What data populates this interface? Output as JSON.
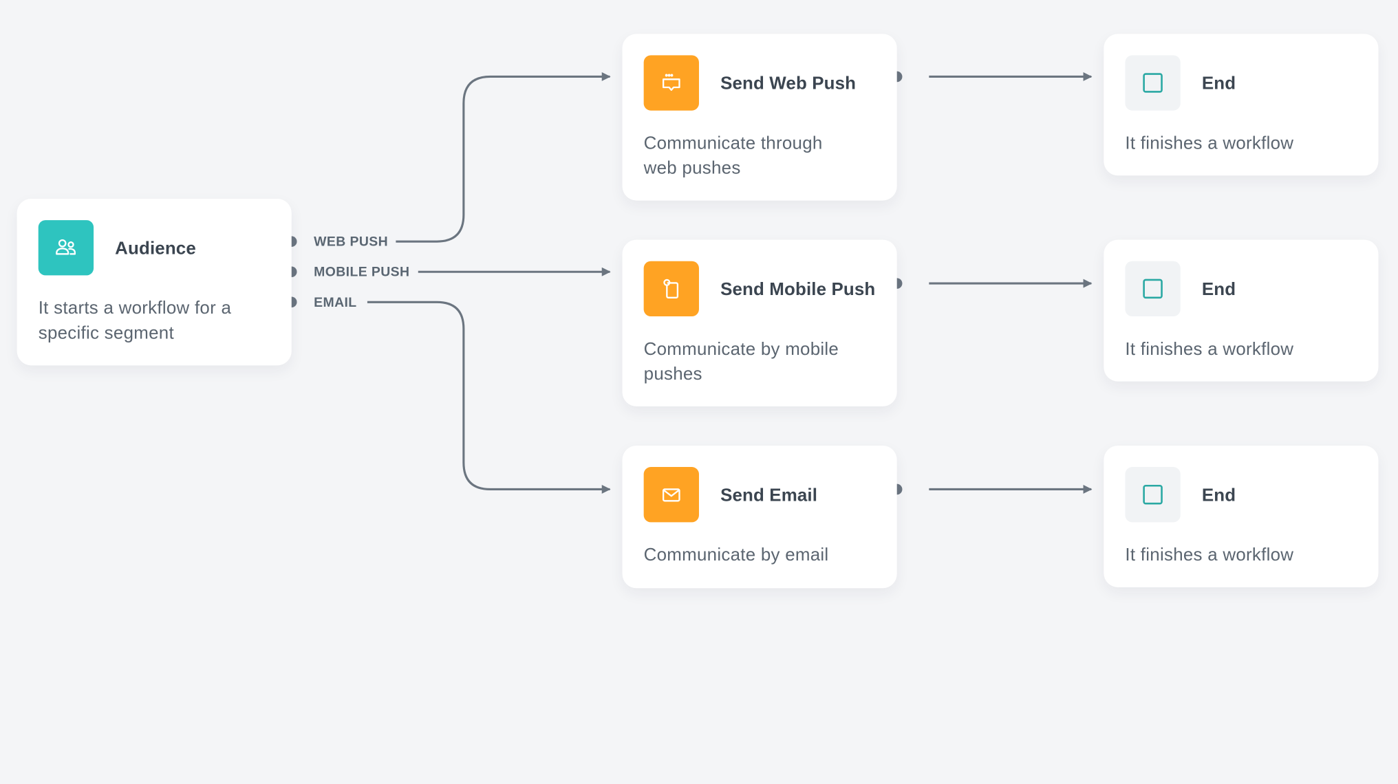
{
  "colors": {
    "background": "#f4f5f7",
    "card": "#ffffff",
    "audience_icon_bg": "#2ec4bf",
    "action_icon_bg": "#ffa323",
    "end_icon_bg": "#f1f3f5",
    "end_icon_stroke": "#2aa8a3",
    "edge": "#6b7580"
  },
  "nodes": {
    "audience": {
      "title": "Audience",
      "description": "It starts a workflow for a specific segment",
      "icon": "users-icon",
      "ports": {
        "web_push": "WEB PUSH",
        "mobile_push": "MOBILE PUSH",
        "email": "EMAIL"
      }
    },
    "send_web_push": {
      "title": "Send Web Push",
      "description": "Communicate through web pushes",
      "icon": "web-push-message-icon"
    },
    "send_mobile_push": {
      "title": "Send Mobile Push",
      "description": "Communicate by mobile pushes",
      "icon": "mobile-push-icon"
    },
    "send_email": {
      "title": "Send Email",
      "description": "Communicate by email",
      "icon": "envelope-icon"
    },
    "end_1": {
      "title": "End",
      "description": "It finishes a workflow",
      "icon": "stop-square-icon"
    },
    "end_2": {
      "title": "End",
      "description": "It finishes a workflow",
      "icon": "stop-square-icon"
    },
    "end_3": {
      "title": "End",
      "description": "It finishes a workflow",
      "icon": "stop-square-icon"
    }
  }
}
